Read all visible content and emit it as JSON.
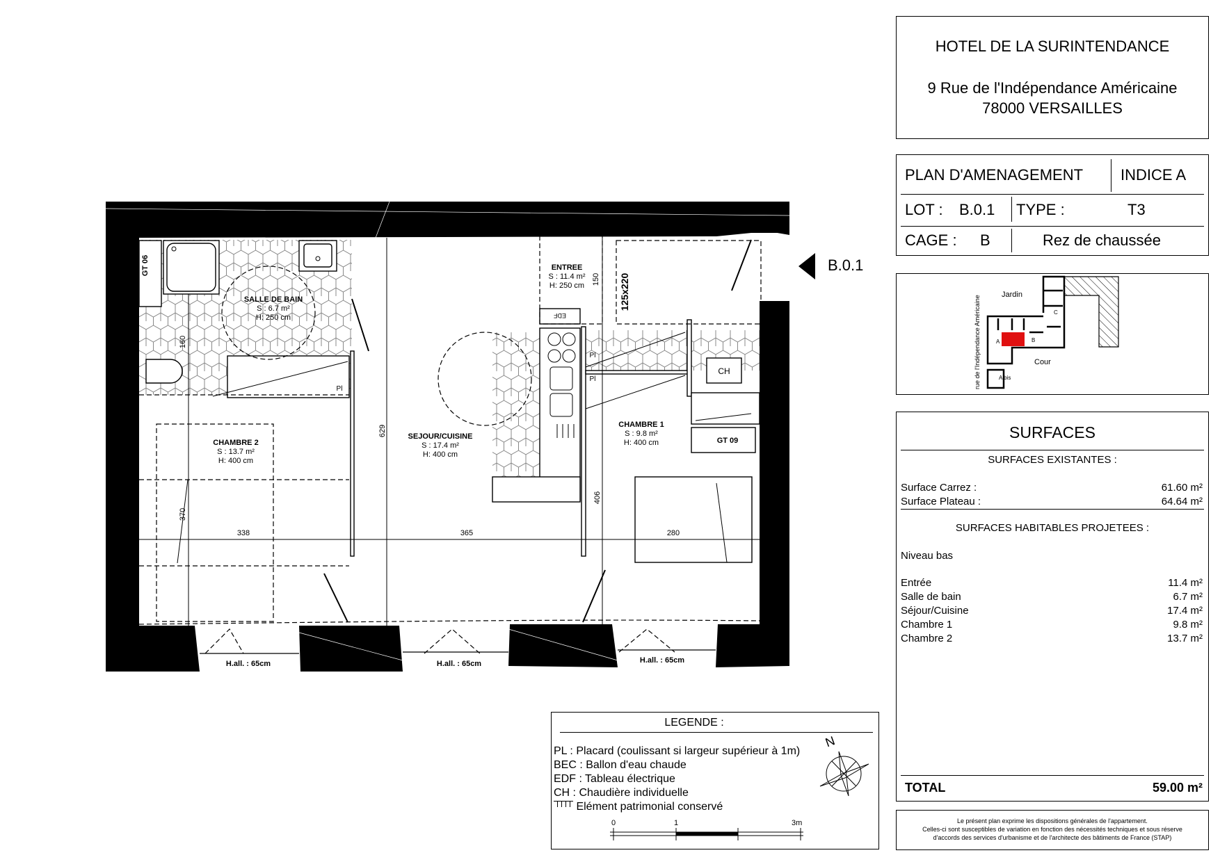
{
  "title_block": {
    "building": "HOTEL DE LA SURINTENDANCE",
    "address_line1": "9 Rue de l'Indépendance Américaine",
    "address_line2": "78000 VERSAILLES"
  },
  "plan_info": {
    "plan_title": "PLAN D'AMENAGEMENT",
    "indice": "INDICE A",
    "lot_label": "LOT :",
    "lot_value": "B.0.1",
    "type_label": "TYPE :",
    "type_value": "T3",
    "cage_label": "CAGE :",
    "cage_value": "B",
    "level": "Rez de chaussée"
  },
  "location_map": {
    "street": "rue de l'Indépendance Américaine",
    "garden": "Jardin",
    "courtyard": "Cour",
    "stair_a": "A",
    "stair_b": "B",
    "stair_c": "C",
    "stair_a_bis": "A bis",
    "highlight_color": "#e01010"
  },
  "surfaces": {
    "title": "SURFACES",
    "existing_title": "SURFACES EXISTANTES :",
    "existing": [
      {
        "label": "Surface Carrez :",
        "value": "61.60 m²"
      },
      {
        "label": "Surface Plateau :",
        "value": "64.64 m²"
      }
    ],
    "projected_title": "SURFACES HABITABLES PROJETEES :",
    "level": "Niveau bas",
    "rooms": [
      {
        "label": "Entrée",
        "value": "11.4 m²"
      },
      {
        "label": "Salle de bain",
        "value": "6.7 m²"
      },
      {
        "label": "Séjour/Cuisine",
        "value": "17.4 m²"
      },
      {
        "label": "Chambre 1",
        "value": "9.8 m²"
      },
      {
        "label": "Chambre 2",
        "value": "13.7 m²"
      }
    ],
    "total_label": "TOTAL",
    "total_value": "59.00 m²"
  },
  "disclaimer": {
    "line1": "Le présent plan exprime les dispositions générales de l'appartement.",
    "line2": "Celles-ci sont susceptibles de variation en fonction des nécessités techniques et sous réserve",
    "line3": "d'accords des services d'urbanisme et de l'architecte des bâtiments de France (STAP)"
  },
  "legend": {
    "title": "LEGENDE :",
    "items": [
      "PL : Placard (coulissant si largeur supérieur à 1m)",
      "BEC : Ballon d'eau chaude",
      "EDF : Tableau électrique",
      "CH : Chaudière individuelle",
      "Elément patrimonial conservé"
    ],
    "north": "N",
    "scale": {
      "zero": "0",
      "one": "1",
      "three": "3m"
    }
  },
  "lot_marker": "B.0.1",
  "floor_plan": {
    "rooms": {
      "salle_de_bain": {
        "name": "SALLE DE BAIN",
        "surface": "S : 6.7 m²",
        "height": "H: 250 cm"
      },
      "chambre_2": {
        "name": "CHAMBRE 2",
        "surface": "S : 13.7 m²",
        "height": "H: 400 cm"
      },
      "sejour": {
        "name": "SEJOUR/CUISINE",
        "surface": "S : 17.4 m²",
        "height": "H: 400 cm"
      },
      "entree": {
        "name": "ENTREE",
        "surface": "S : 11.4 m²",
        "height": "H: 250 cm"
      },
      "chambre_1": {
        "name": "CHAMBRE 1",
        "surface": "S : 9.8 m²",
        "height": "H: 400 cm"
      }
    },
    "dimensions": {
      "d160": "160",
      "d629": "629",
      "d406": "406",
      "d370": "370",
      "d150": "150",
      "d338": "338",
      "d365": "365",
      "d280": "280",
      "door_size": "125x220"
    },
    "labels": {
      "gt06": "GT 06",
      "gt09": "GT 09",
      "edf": "EDF",
      "ch": "CH",
      "pl": "Pl"
    },
    "window_height": "H.all. : 65cm"
  }
}
